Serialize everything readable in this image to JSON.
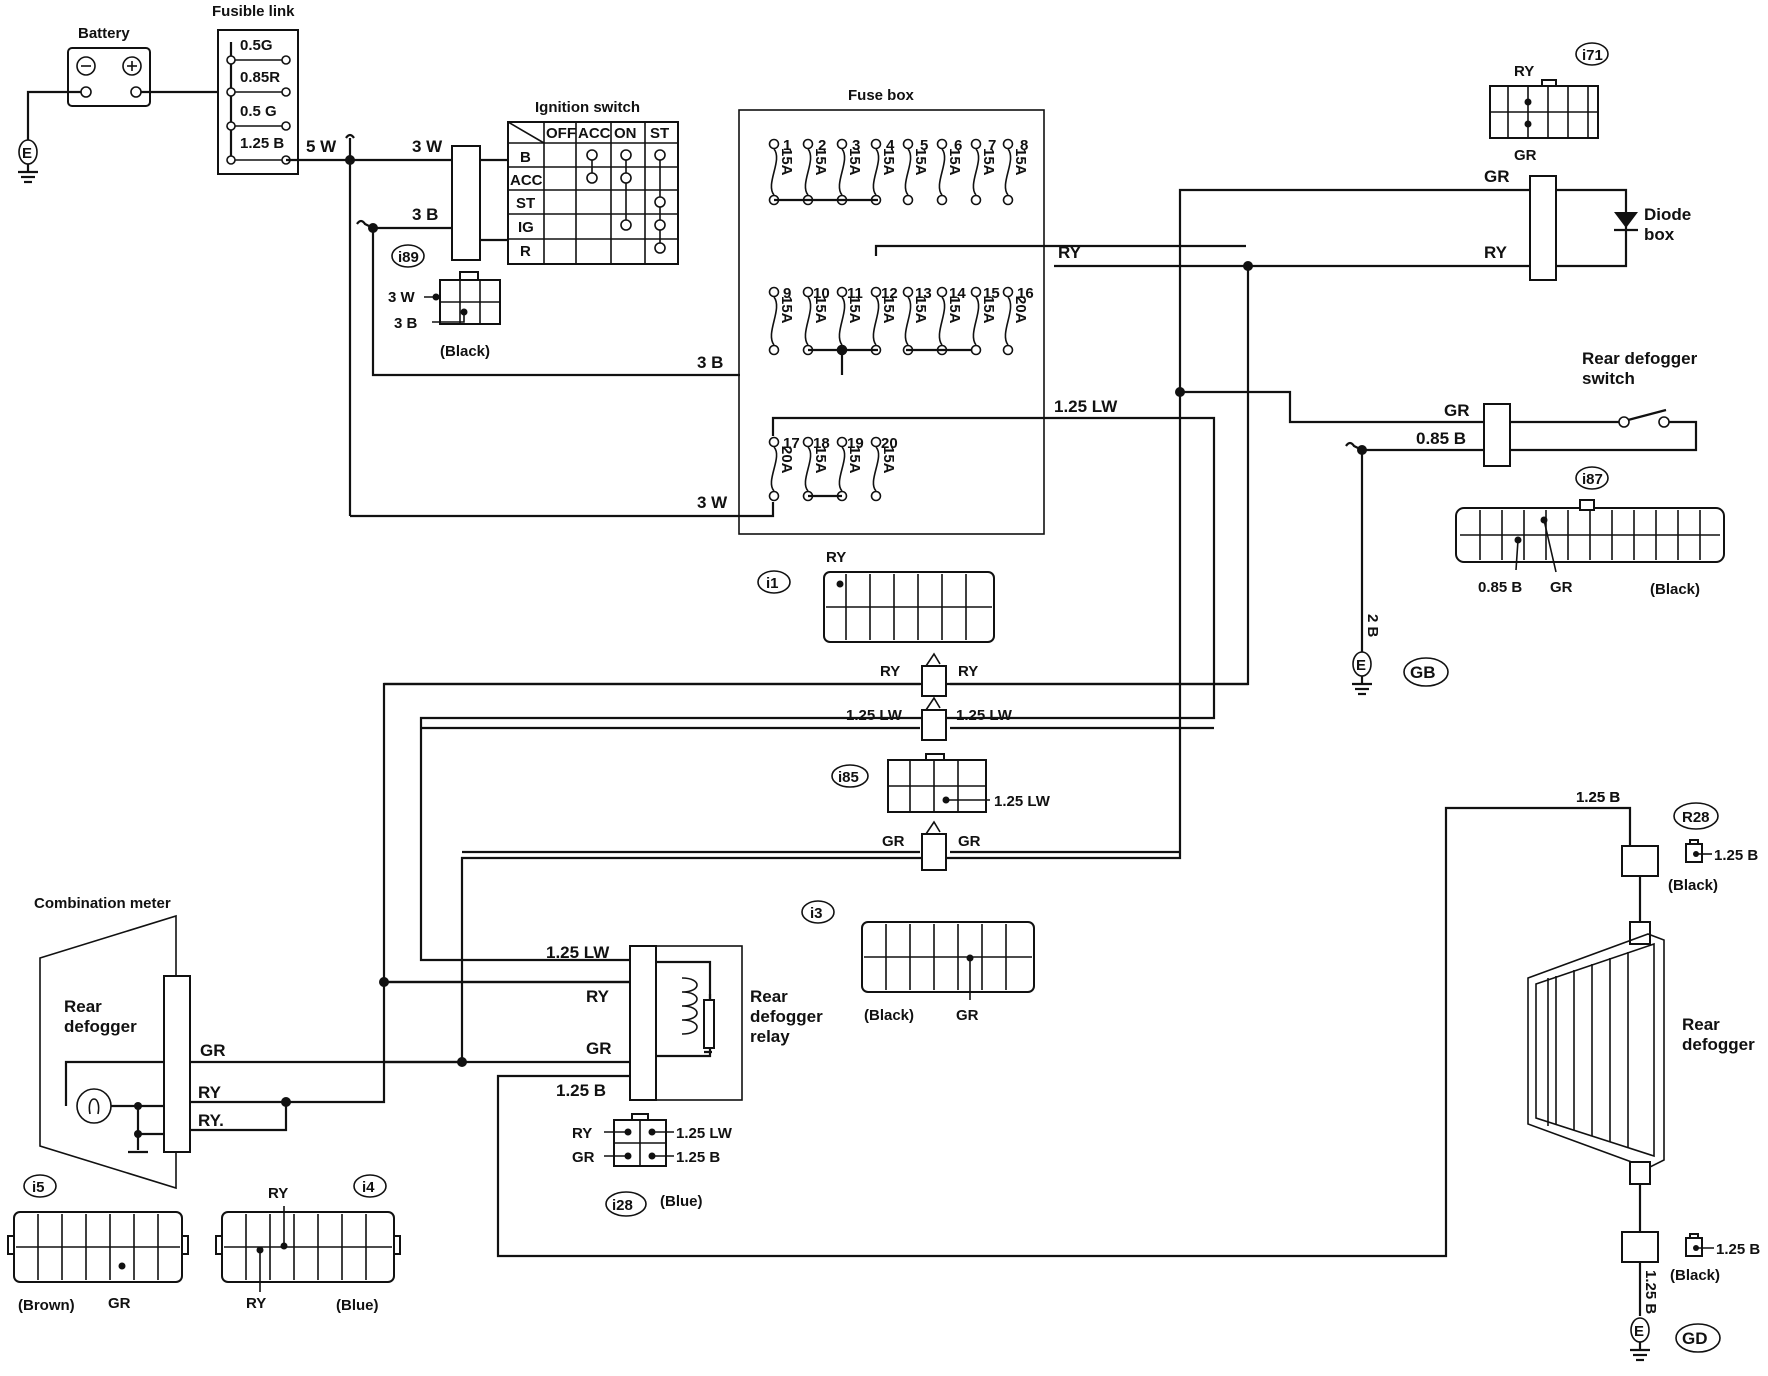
{
  "components": {
    "battery": "Battery",
    "fusible_link": "Fusible link",
    "fusible_link_ratings": [
      "0.5G",
      "0.85R",
      "0.5 G",
      "1.25 B"
    ],
    "ignition_switch": "Ignition switch",
    "ignition_cols": [
      "OFF",
      "ACC",
      "ON",
      "ST"
    ],
    "ignition_rows": [
      "B",
      "ACC",
      "ST",
      "IG",
      "R"
    ],
    "fuse_box": "Fuse box",
    "diode_box": [
      "Diode",
      "box"
    ],
    "rear_defogger_switch": [
      "Rear defogger",
      "switch"
    ],
    "combination_meter": "Combination meter",
    "meter_rear_defogger": [
      "Rear",
      "defogger"
    ],
    "rear_defogger_relay": [
      "Rear",
      "defogger",
      "relay"
    ],
    "rear_defogger": [
      "Rear",
      "defogger"
    ]
  },
  "fuses": {
    "row1_numbers": [
      "1",
      "2",
      "3",
      "4",
      "5",
      "6",
      "7",
      "8"
    ],
    "row1_ratings": [
      "15A",
      "15A",
      "15A",
      "15A",
      "15A",
      "15A",
      "15A",
      "15A"
    ],
    "row2_numbers": [
      "9",
      "10",
      "11",
      "12",
      "13",
      "14",
      "15",
      "16"
    ],
    "row2_ratings": [
      "15A",
      "15A",
      "15A",
      "15A",
      "15A",
      "15A",
      "15A",
      "20A"
    ],
    "row3_numbers": [
      "17",
      "18",
      "19",
      "20"
    ],
    "row3_ratings": [
      "20A",
      "15A",
      "15A",
      "15A"
    ]
  },
  "connectors": {
    "i89": "i89",
    "i71": "i71",
    "i87": "i87",
    "i1": "i1",
    "i85": "i85",
    "i3": "i3",
    "i5": "i5",
    "i4": "i4",
    "i28": "i28",
    "R28": "R28"
  },
  "grounds": {
    "E": "E",
    "GB": "GB",
    "GD": "GD"
  },
  "colors_text": {
    "black": "(Black)",
    "blue": "(Blue)",
    "brown": "(Brown)"
  },
  "wires": {
    "w5W": "5 W",
    "w3W": "3 W",
    "w3B": "3 B",
    "RY": "RY",
    "GR": "GR",
    "LW125": "1.25 LW",
    "B085": "0.85 B",
    "B2": "2 B",
    "B125": "1.25 B",
    "RYdot": "RY."
  }
}
